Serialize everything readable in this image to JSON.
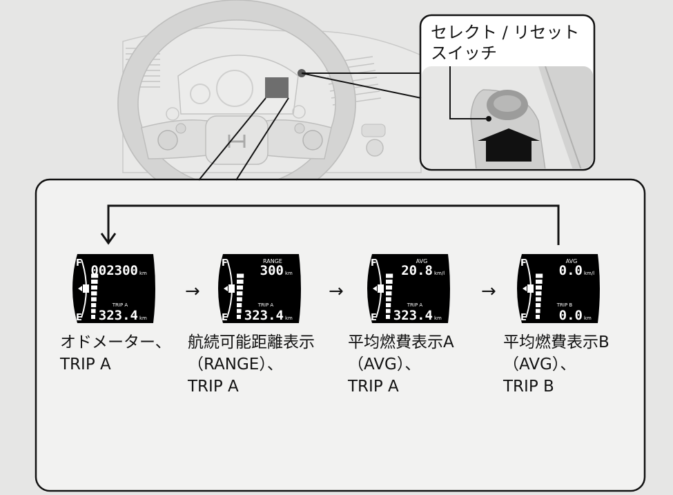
{
  "callout": {
    "line1": "セレクト / リセット",
    "line2": "スイッチ"
  },
  "displays": [
    {
      "top_label": "",
      "value": "002300",
      "value_unit": "km",
      "trip_label": "TRIP A",
      "trip_value": "323.4",
      "trip_unit": "km",
      "caption": [
        "オドメーター、",
        "TRIP A"
      ]
    },
    {
      "top_label": "RANGE",
      "value": "300",
      "value_unit": "km",
      "trip_label": "TRIP A",
      "trip_value": "323.4",
      "trip_unit": "km",
      "caption": [
        "航続可能距離表示",
        "（RANGE）、",
        "TRIP A"
      ]
    },
    {
      "top_label": "AVG",
      "value": "20.8",
      "value_unit": "km/l",
      "trip_label": "TRIP A",
      "trip_value": "323.4",
      "trip_unit": "km",
      "caption": [
        "平均燃費表示A",
        "（AVG）、",
        "TRIP A"
      ]
    },
    {
      "top_label": "AVG",
      "value": "0.0",
      "value_unit": "km/l",
      "trip_label": "TRIP B",
      "trip_value": "0.0",
      "trip_unit": "km",
      "caption": [
        "平均燃費表示B",
        "（AVG）、",
        "TRIP B"
      ]
    }
  ],
  "gauge": {
    "full_label": "F",
    "empty_label": "E"
  },
  "arrow_symbol": "→",
  "colors": {
    "background": "#e6e6e5",
    "panel": "#f2f2f1",
    "display": "#000000",
    "ink": "#111111"
  }
}
